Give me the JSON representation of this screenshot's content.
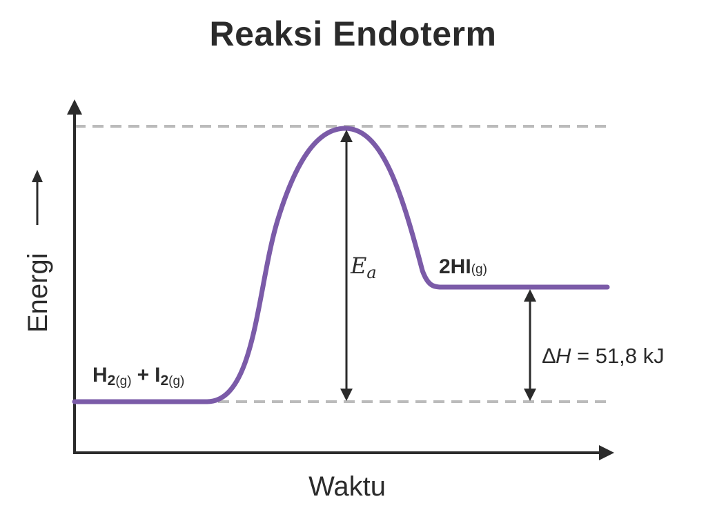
{
  "title": "Reaksi Endoterm",
  "axes": {
    "y_label": "Energi",
    "x_label": "Waktu"
  },
  "reactants": {
    "h_symbol": "H",
    "h_sub": "2",
    "state_1": "(g)",
    "plus": "+",
    "i_symbol": "I",
    "i_sub": "2",
    "state_2": "(g)"
  },
  "product": {
    "formula": "2HI",
    "state": "(g)"
  },
  "activation_energy": {
    "symbol": "E",
    "sub": "a"
  },
  "enthalpy": {
    "delta": "∆",
    "symbol": "H",
    "equals": " = ",
    "value": "51,8 kJ"
  },
  "colors": {
    "curve": "#7b5ba8",
    "axis": "#2b2b2b",
    "guide": "#bbbbbb",
    "text": "#2b2b2b"
  }
}
